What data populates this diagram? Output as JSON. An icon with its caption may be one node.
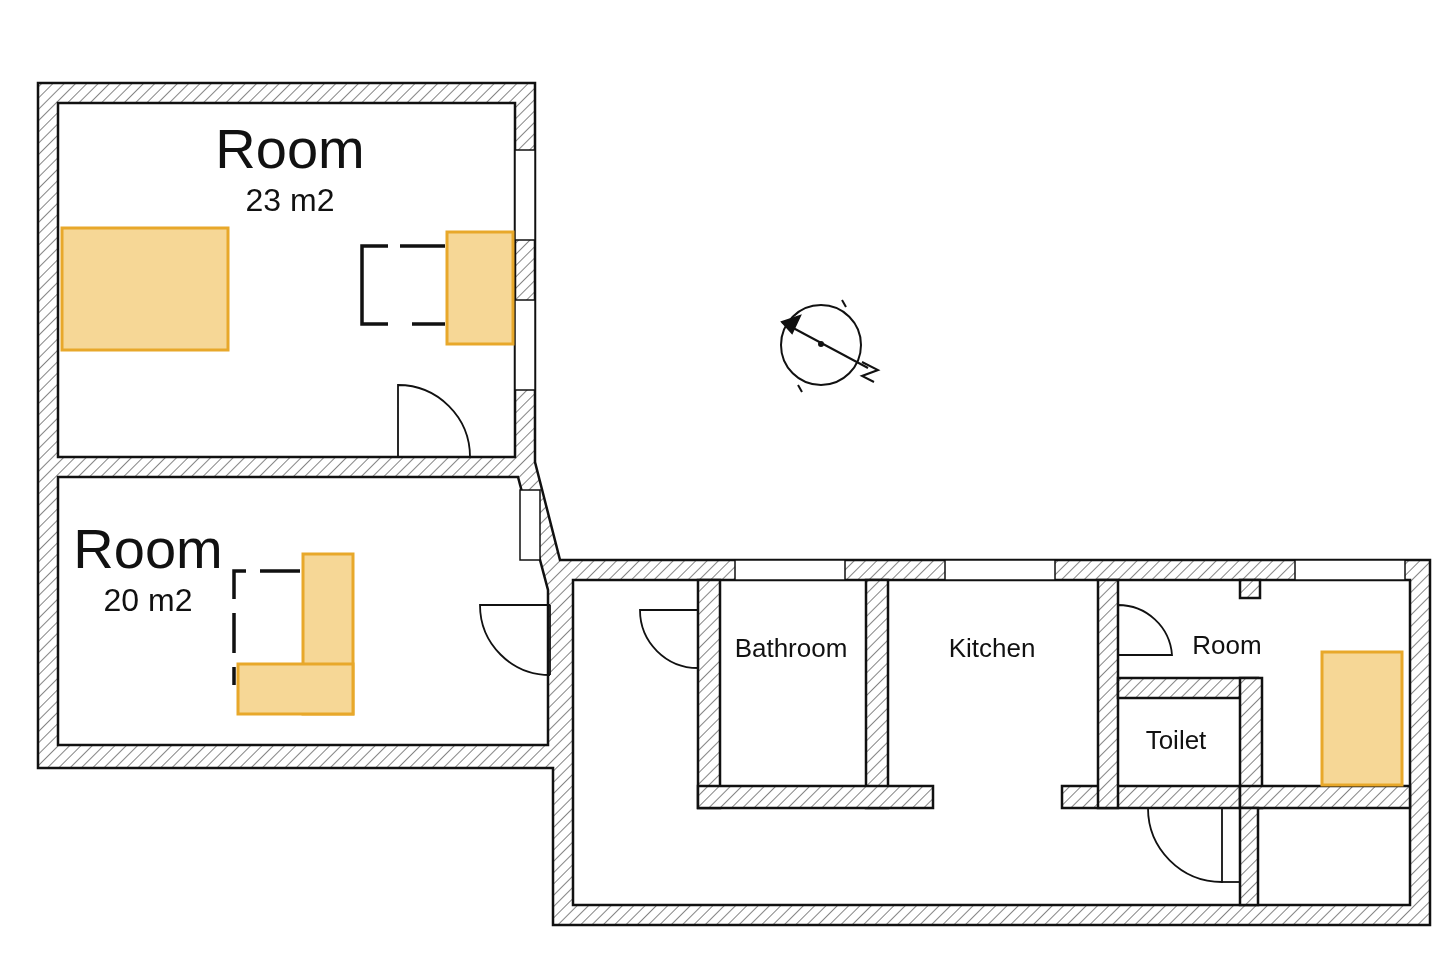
{
  "diagram": {
    "nodes": [
      {
        "text": [
          "Room",
          "23 m2"
        ]
      },
      {
        "text": [
          "Room",
          "20 m2"
        ]
      },
      {
        "text": [
          "Bathroom"
        ]
      },
      {
        "text": [
          "Kitchen"
        ]
      },
      {
        "text": [
          "Room"
        ]
      },
      {
        "text": [
          "Toilet"
        ]
      }
    ]
  }
}
